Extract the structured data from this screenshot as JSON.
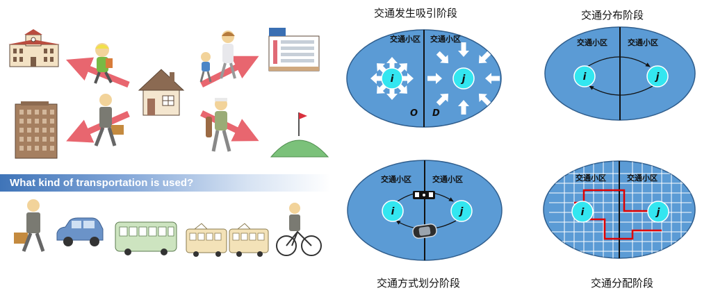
{
  "question_banner": "What kind of transportation is used?",
  "stages": {
    "generation": {
      "title": "交通发生吸引阶段",
      "zone_left": "交通小区",
      "zone_right": "交通小区",
      "node_left": "i",
      "node_right": "j",
      "tag_origin": "O",
      "tag_dest": "D"
    },
    "distribution": {
      "title": "交通分布阶段",
      "zone_left": "交通小区",
      "zone_right": "交通小区",
      "node_left": "i",
      "node_right": "j"
    },
    "mode_split": {
      "title": "交通方式划分阶段",
      "zone_left": "交通小区",
      "zone_right": "交通小区",
      "node_left": "i",
      "node_right": "j"
    },
    "assignment": {
      "title": "交通分配阶段",
      "zone_left": "交通小区",
      "zone_right": "交通小区",
      "node_left": "i",
      "node_right": "j"
    }
  },
  "icons": {
    "trip_purposes": [
      "school-icon",
      "house-icon",
      "shopping-store-icon",
      "office-building-icon",
      "golf-course-icon"
    ],
    "modes": [
      "walking-icon",
      "car-icon",
      "bus-icon",
      "train-icon",
      "bicycle-icon"
    ]
  },
  "colors": {
    "zone": "#5b9bd5",
    "node": "#33e6f0",
    "trip_arrow": "#e8666f",
    "route": "#e00000"
  }
}
